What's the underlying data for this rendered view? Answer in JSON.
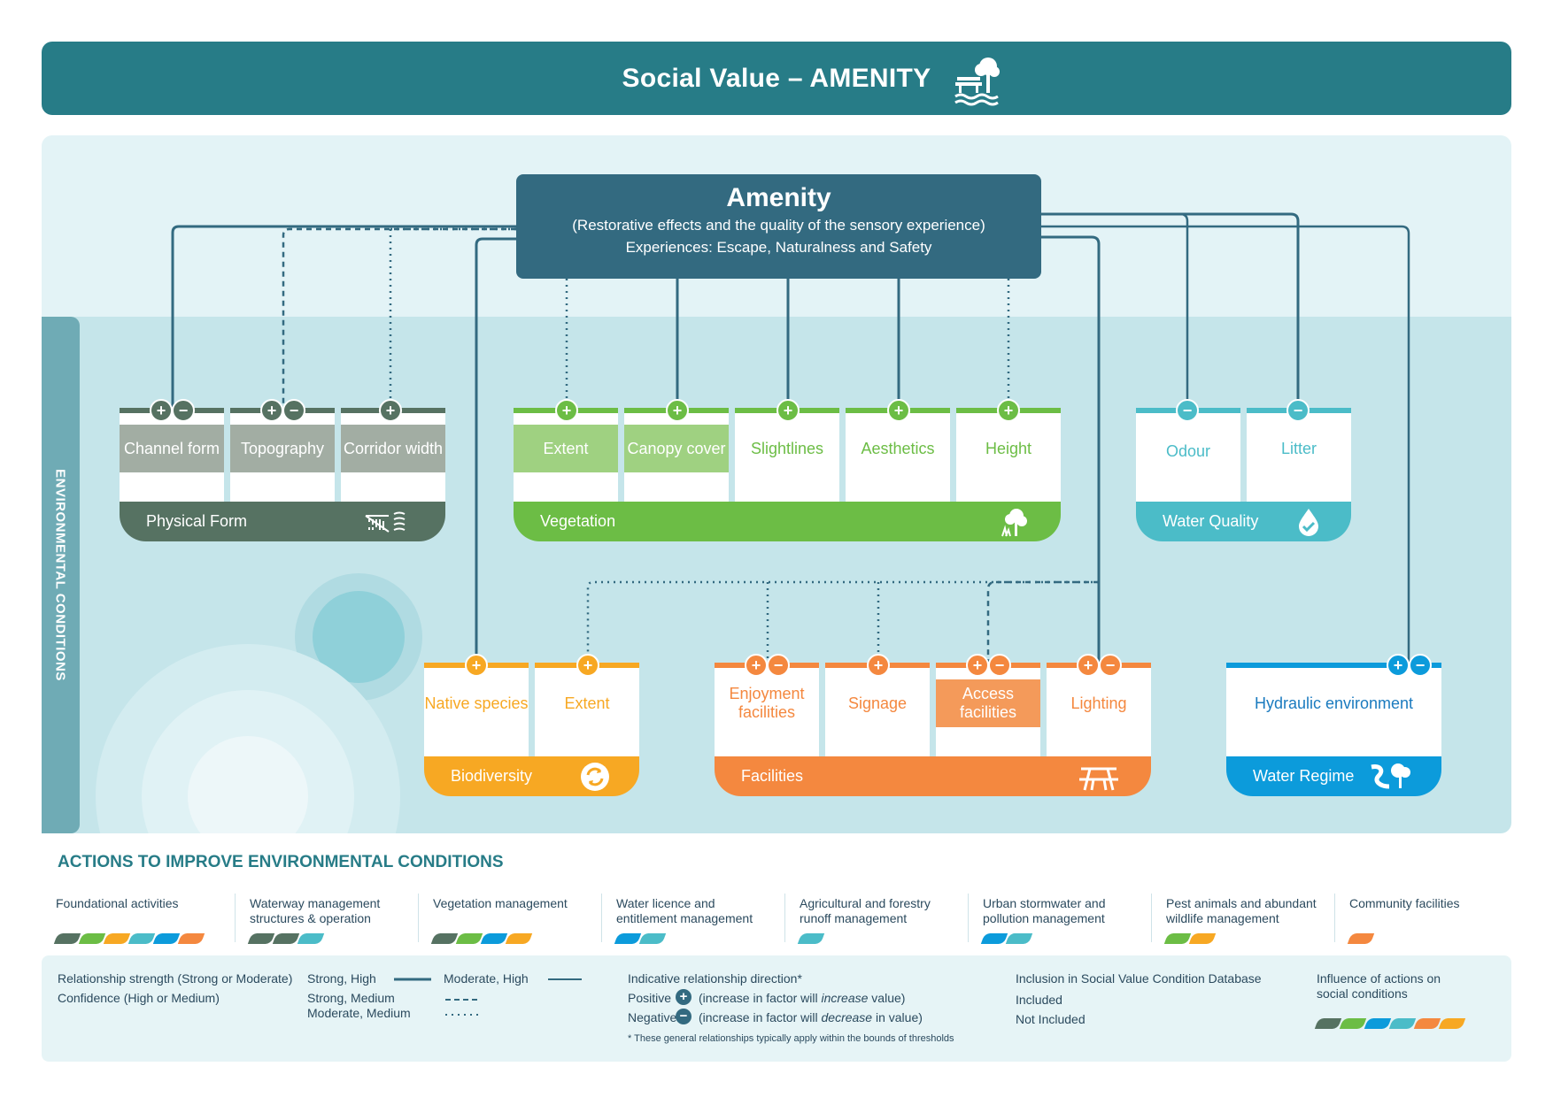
{
  "banner": {
    "title": "Social Value – AMENITY",
    "icon": "park-bench-tree-water-icon"
  },
  "side_label": "ENVIRONMENTAL CONDITIONS",
  "amenity": {
    "title": "Amenity",
    "subtitle": "(Restorative effects and the quality of the sensory experience)",
    "experiences": "Experiences: Escape, Naturalness and Safety"
  },
  "colors": {
    "physical": "#567262",
    "physical_tile": "#a2ada3",
    "vegetation": "#6cbd45",
    "vegetation_tile": "#9fd181",
    "water_quality": "#4bbcc8",
    "biodiversity": "#f7a823",
    "facilities": "#f4883f",
    "facilities_tile": "#f49a5a",
    "water_regime": "#0c9bdb",
    "hydraulic_text": "#1b7bbf",
    "link": "#336a80"
  },
  "groups": {
    "physical_form": {
      "label": "Physical Form",
      "icon": "terrain-icon",
      "factors": [
        {
          "label": "Channel form",
          "signs": "+-"
        },
        {
          "label": "Topography",
          "signs": "+-"
        },
        {
          "label": "Corridor width",
          "signs": "+"
        }
      ]
    },
    "vegetation": {
      "label": "Vegetation",
      "icon": "tree-icon",
      "factors": [
        {
          "label": "Extent",
          "signs": "+"
        },
        {
          "label": "Canopy cover",
          "signs": "+"
        },
        {
          "label": "Slightlines",
          "signs": "+"
        },
        {
          "label": "Aesthetics",
          "signs": "+"
        },
        {
          "label": "Height",
          "signs": "+"
        }
      ]
    },
    "water_quality": {
      "label": "Water Quality",
      "icon": "water-drop-check-icon",
      "factors": [
        {
          "label": "Odour",
          "signs": "-"
        },
        {
          "label": "Litter",
          "signs": "-"
        }
      ]
    },
    "biodiversity": {
      "label": "Biodiversity",
      "icon": "cycle-icon",
      "factors": [
        {
          "label": "Native species",
          "signs": "+"
        },
        {
          "label": "Extent",
          "signs": "+"
        }
      ]
    },
    "facilities": {
      "label": "Facilities",
      "icon": "picnic-table-icon",
      "factors": [
        {
          "label": "Enjoyment facilities",
          "signs": "+-"
        },
        {
          "label": "Signage",
          "signs": "+"
        },
        {
          "label": "Access facilities",
          "signs": "+-"
        },
        {
          "label": "Lighting",
          "signs": "+-"
        }
      ]
    },
    "water_regime": {
      "label": "Water Regime",
      "icon": "river-tree-icon",
      "factors": [
        {
          "label": "Hydraulic environment",
          "signs": "+-"
        }
      ]
    }
  },
  "actions": {
    "title": "ACTIONS TO IMPROVE ENVIRONMENTAL CONDITIONS",
    "items": [
      {
        "label": "Foundational activities",
        "leaves": [
          "physical",
          "vegetation",
          "biodiversity",
          "water_quality",
          "water_regime",
          "facilities"
        ]
      },
      {
        "label": "Waterway management structures & operation",
        "leaves": [
          "physical",
          "physical",
          "water_quality"
        ]
      },
      {
        "label": "Vegetation management",
        "leaves": [
          "physical",
          "vegetation",
          "water_regime",
          "biodiversity"
        ]
      },
      {
        "label": "Water licence and entitlement management",
        "leaves": [
          "water_regime",
          "water_quality"
        ]
      },
      {
        "label": "Agricultural and forestry runoff management",
        "leaves": [
          "water_quality"
        ]
      },
      {
        "label": "Urban stormwater and pollution management",
        "leaves": [
          "water_regime",
          "water_quality"
        ]
      },
      {
        "label": "Pest animals and abundant wildlife management",
        "leaves": [
          "vegetation",
          "biodiversity"
        ]
      },
      {
        "label": "Community facilities",
        "leaves": [
          "facilities"
        ]
      }
    ]
  },
  "legend": {
    "strength_label": "Relationship strength (Strong or Moderate)",
    "confidence_label": "Confidence (High or Medium)",
    "strong_high": "Strong, High",
    "moderate_high": "Moderate, High",
    "strong_medium": "Strong, Medium",
    "moderate_medium": "Moderate, Medium",
    "direction_title": "Indicative relationship direction*",
    "positive_label": "Positive",
    "positive_desc_pre": "(increase in factor will ",
    "positive_desc_em": "increase",
    "positive_desc_post": " value)",
    "negative_label": "Negative",
    "negative_desc_pre": "(increase in factor will ",
    "negative_desc_em": "decrease",
    "negative_desc_post": " in value)",
    "footnote": "* These general relationships typically apply within the bounds of thresholds",
    "inclusion_title": "Inclusion in Social Value Condition Database",
    "included": "Included",
    "not_included": "Not Included",
    "influence_title": "Influence of actions on social conditions"
  }
}
